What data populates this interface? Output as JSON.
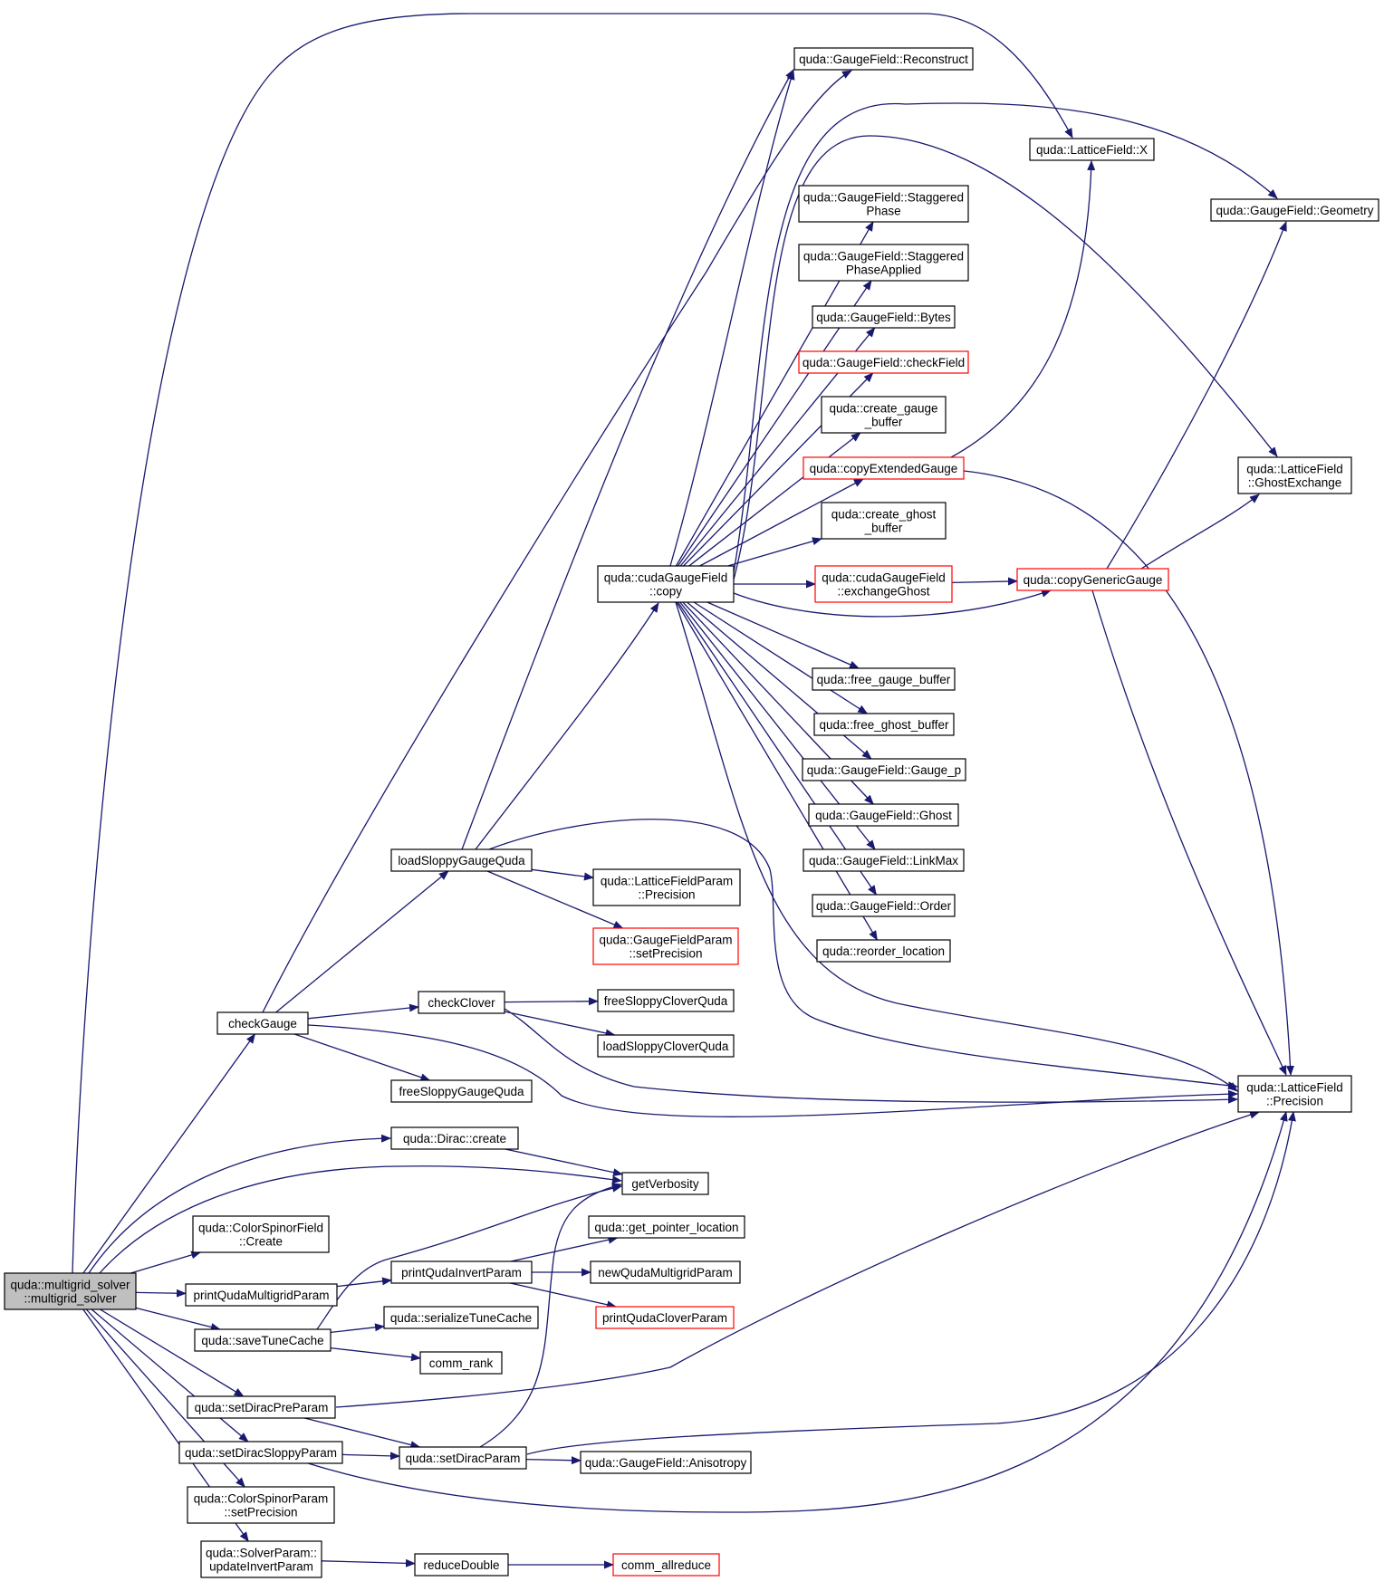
{
  "diagram": {
    "nodes": [
      {
        "id": "root",
        "lines": [
          "quda::multigrid_solver",
          "::multigrid_solver"
        ],
        "style": "root"
      },
      {
        "id": "checkGauge",
        "lines": [
          "checkGauge"
        ],
        "style": "normal"
      },
      {
        "id": "diracCreate",
        "lines": [
          "quda::Dirac::create"
        ],
        "style": "normal"
      },
      {
        "id": "getVerbosity",
        "lines": [
          "getVerbosity"
        ],
        "style": "normal"
      },
      {
        "id": "csfCreate",
        "lines": [
          "quda::ColorSpinorField",
          "::Create"
        ],
        "style": "normal"
      },
      {
        "id": "printMG",
        "lines": [
          "printQudaMultigridParam"
        ],
        "style": "normal"
      },
      {
        "id": "saveTune",
        "lines": [
          "quda::saveTuneCache"
        ],
        "style": "normal"
      },
      {
        "id": "setDiracPre",
        "lines": [
          "quda::setDiracPreParam"
        ],
        "style": "normal"
      },
      {
        "id": "setDiracSloppy",
        "lines": [
          "quda::setDiracSloppyParam"
        ],
        "style": "normal"
      },
      {
        "id": "cspSetPrec",
        "lines": [
          "quda::ColorSpinorParam",
          "::setPrecision"
        ],
        "style": "normal"
      },
      {
        "id": "solverUpdate",
        "lines": [
          "quda::SolverParam::",
          "updateInvertParam"
        ],
        "style": "normal"
      },
      {
        "id": "loadSloppyGauge",
        "lines": [
          "loadSloppyGaugeQuda"
        ],
        "style": "normal"
      },
      {
        "id": "checkClover",
        "lines": [
          "checkClover"
        ],
        "style": "normal"
      },
      {
        "id": "freeSloppyGauge",
        "lines": [
          "freeSloppyGaugeQuda"
        ],
        "style": "normal"
      },
      {
        "id": "printInvert",
        "lines": [
          "printQudaInvertParam"
        ],
        "style": "normal"
      },
      {
        "id": "serializeTune",
        "lines": [
          "quda::serializeTuneCache"
        ],
        "style": "normal"
      },
      {
        "id": "commRank",
        "lines": [
          "comm_rank"
        ],
        "style": "normal"
      },
      {
        "id": "setDirac",
        "lines": [
          "quda::setDiracParam"
        ],
        "style": "normal"
      },
      {
        "id": "reduceDouble",
        "lines": [
          "reduceDouble"
        ],
        "style": "normal"
      },
      {
        "id": "cudaCopy",
        "lines": [
          "quda::cudaGaugeField",
          "::copy"
        ],
        "style": "normal"
      },
      {
        "id": "lfpPrecision",
        "lines": [
          "quda::LatticeFieldParam",
          "::Precision"
        ],
        "style": "normal"
      },
      {
        "id": "gfpSetPrecision",
        "lines": [
          "quda::GaugeFieldParam",
          "::setPrecision"
        ],
        "style": "red"
      },
      {
        "id": "freeSloppyClover",
        "lines": [
          "freeSloppyCloverQuda"
        ],
        "style": "normal"
      },
      {
        "id": "loadSloppyClover",
        "lines": [
          "loadSloppyCloverQuda"
        ],
        "style": "normal"
      },
      {
        "id": "getPtrLoc",
        "lines": [
          "quda::get_pointer_location"
        ],
        "style": "normal"
      },
      {
        "id": "newMG",
        "lines": [
          "newQudaMultigridParam"
        ],
        "style": "normal"
      },
      {
        "id": "printClover",
        "lines": [
          "printQudaCloverParam"
        ],
        "style": "red"
      },
      {
        "id": "anisotropy",
        "lines": [
          "quda::GaugeField::Anisotropy"
        ],
        "style": "normal"
      },
      {
        "id": "commAllreduce",
        "lines": [
          "comm_allreduce"
        ],
        "style": "red"
      },
      {
        "id": "reconstruct",
        "lines": [
          "quda::GaugeField::Reconstruct"
        ],
        "style": "normal"
      },
      {
        "id": "stagPhase",
        "lines": [
          "quda::GaugeField::Staggered",
          "Phase"
        ],
        "style": "normal"
      },
      {
        "id": "stagPhaseApplied",
        "lines": [
          "quda::GaugeField::Staggered",
          "PhaseApplied"
        ],
        "style": "normal"
      },
      {
        "id": "bytes",
        "lines": [
          "quda::GaugeField::Bytes"
        ],
        "style": "normal"
      },
      {
        "id": "checkField",
        "lines": [
          "quda::GaugeField::checkField"
        ],
        "style": "red"
      },
      {
        "id": "createGaugeBuf",
        "lines": [
          "quda::create_gauge",
          "_buffer"
        ],
        "style": "normal"
      },
      {
        "id": "copyExtended",
        "lines": [
          "quda::copyExtendedGauge"
        ],
        "style": "red"
      },
      {
        "id": "createGhostBuf",
        "lines": [
          "quda::create_ghost",
          "_buffer"
        ],
        "style": "normal"
      },
      {
        "id": "exchangeGhost",
        "lines": [
          "quda::cudaGaugeField",
          "::exchangeGhost"
        ],
        "style": "red"
      },
      {
        "id": "freeGaugeBuf",
        "lines": [
          "quda::free_gauge_buffer"
        ],
        "style": "normal"
      },
      {
        "id": "freeGhostBuf",
        "lines": [
          "quda::free_ghost_buffer"
        ],
        "style": "normal"
      },
      {
        "id": "gaugeP",
        "lines": [
          "quda::GaugeField::Gauge_p"
        ],
        "style": "normal"
      },
      {
        "id": "ghost",
        "lines": [
          "quda::GaugeField::Ghost"
        ],
        "style": "normal"
      },
      {
        "id": "linkMax",
        "lines": [
          "quda::GaugeField::LinkMax"
        ],
        "style": "normal"
      },
      {
        "id": "order",
        "lines": [
          "quda::GaugeField::Order"
        ],
        "style": "normal"
      },
      {
        "id": "reorderLoc",
        "lines": [
          "quda::reorder_location"
        ],
        "style": "normal"
      },
      {
        "id": "lfX",
        "lines": [
          "quda::LatticeField::X"
        ],
        "style": "normal"
      },
      {
        "id": "copyGeneric",
        "lines": [
          "quda::copyGenericGauge"
        ],
        "style": "red"
      },
      {
        "id": "geometry",
        "lines": [
          "quda::GaugeField::Geometry"
        ],
        "style": "normal"
      },
      {
        "id": "ghostExchange",
        "lines": [
          "quda::LatticeField",
          "::GhostExchange"
        ],
        "style": "normal"
      },
      {
        "id": "lfPrecision",
        "lines": [
          "quda::LatticeField",
          "::Precision"
        ],
        "style": "normal"
      }
    ],
    "edges": [
      [
        "root",
        "checkGauge"
      ],
      [
        "root",
        "diracCreate"
      ],
      [
        "root",
        "getVerbosity"
      ],
      [
        "root",
        "csfCreate"
      ],
      [
        "root",
        "printMG"
      ],
      [
        "root",
        "saveTune"
      ],
      [
        "root",
        "setDiracPre"
      ],
      [
        "root",
        "setDiracSloppy"
      ],
      [
        "root",
        "cspSetPrec"
      ],
      [
        "root",
        "solverUpdate"
      ],
      [
        "root",
        "lfX"
      ],
      [
        "checkGauge",
        "reconstruct"
      ],
      [
        "checkGauge",
        "loadSloppyGauge"
      ],
      [
        "checkGauge",
        "checkClover"
      ],
      [
        "checkGauge",
        "freeSloppyGauge"
      ],
      [
        "checkGauge",
        "lfPrecision"
      ],
      [
        "loadSloppyGauge",
        "cudaCopy"
      ],
      [
        "loadSloppyGauge",
        "reconstruct"
      ],
      [
        "loadSloppyGauge",
        "lfpPrecision"
      ],
      [
        "loadSloppyGauge",
        "gfpSetPrecision"
      ],
      [
        "loadSloppyGauge",
        "lfPrecision"
      ],
      [
        "checkClover",
        "freeSloppyClover"
      ],
      [
        "checkClover",
        "loadSloppyClover"
      ],
      [
        "checkClover",
        "lfPrecision"
      ],
      [
        "diracCreate",
        "getVerbosity"
      ],
      [
        "printMG",
        "printInvert"
      ],
      [
        "printInvert",
        "getPtrLoc"
      ],
      [
        "printInvert",
        "newMG"
      ],
      [
        "printInvert",
        "printClover"
      ],
      [
        "saveTune",
        "getVerbosity"
      ],
      [
        "saveTune",
        "serializeTune"
      ],
      [
        "saveTune",
        "commRank"
      ],
      [
        "setDiracPre",
        "setDirac"
      ],
      [
        "setDiracPre",
        "lfPrecision"
      ],
      [
        "setDiracSloppy",
        "setDirac"
      ],
      [
        "setDiracSloppy",
        "lfPrecision"
      ],
      [
        "setDirac",
        "getVerbosity"
      ],
      [
        "setDirac",
        "anisotropy"
      ],
      [
        "setDirac",
        "lfPrecision"
      ],
      [
        "solverUpdate",
        "reduceDouble"
      ],
      [
        "reduceDouble",
        "commAllreduce"
      ],
      [
        "cudaCopy",
        "reconstruct"
      ],
      [
        "cudaCopy",
        "geometry"
      ],
      [
        "cudaCopy",
        "ghostExchange"
      ],
      [
        "cudaCopy",
        "stagPhase"
      ],
      [
        "cudaCopy",
        "stagPhaseApplied"
      ],
      [
        "cudaCopy",
        "bytes"
      ],
      [
        "cudaCopy",
        "checkField"
      ],
      [
        "cudaCopy",
        "createGaugeBuf"
      ],
      [
        "cudaCopy",
        "copyExtended"
      ],
      [
        "cudaCopy",
        "createGhostBuf"
      ],
      [
        "cudaCopy",
        "exchangeGhost"
      ],
      [
        "cudaCopy",
        "copyGeneric"
      ],
      [
        "cudaCopy",
        "freeGaugeBuf"
      ],
      [
        "cudaCopy",
        "freeGhostBuf"
      ],
      [
        "cudaCopy",
        "gaugeP"
      ],
      [
        "cudaCopy",
        "ghost"
      ],
      [
        "cudaCopy",
        "linkMax"
      ],
      [
        "cudaCopy",
        "order"
      ],
      [
        "cudaCopy",
        "reorderLoc"
      ],
      [
        "cudaCopy",
        "lfPrecision"
      ],
      [
        "copyExtended",
        "lfX"
      ],
      [
        "copyExtended",
        "lfPrecision"
      ],
      [
        "exchangeGhost",
        "copyGeneric"
      ],
      [
        "copyGeneric",
        "geometry"
      ],
      [
        "copyGeneric",
        "ghostExchange"
      ],
      [
        "copyGeneric",
        "lfPrecision"
      ]
    ]
  }
}
